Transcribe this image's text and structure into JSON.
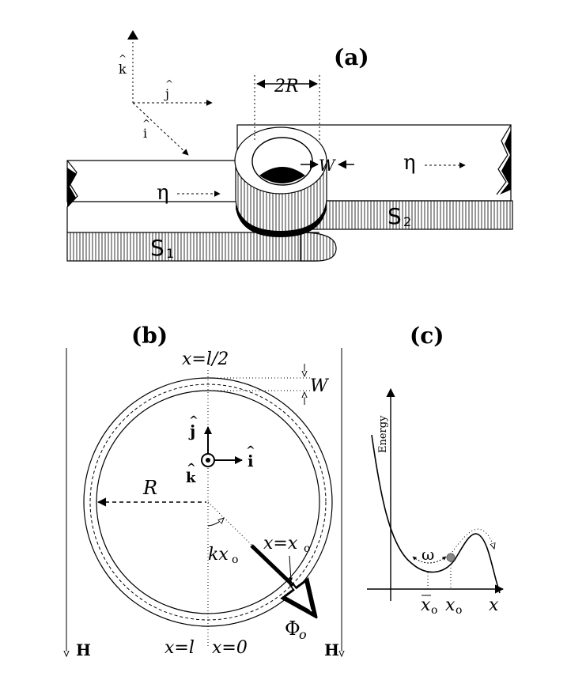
{
  "panel_a": {
    "label": "(a)",
    "dim_2R": "2R",
    "dim_W": "W",
    "eta_left": "η",
    "eta_right": "η",
    "strip_1": "S",
    "strip_1_sub": "1",
    "strip_2": "S",
    "strip_2_sub": "2",
    "axis_k": "k",
    "axis_j": "j",
    "axis_i": "i",
    "hat": "^"
  },
  "panel_b": {
    "label": "(b)",
    "top_pos": "x=l/2",
    "dim_W": "W",
    "vec_j": "j",
    "vec_i": "i",
    "vec_k": "k",
    "hat": "^",
    "radius": "R",
    "angle": "kx",
    "angle_sub": "o",
    "junction_pos": "x=x",
    "junction_sub": "o",
    "flux": "Φ",
    "flux_sub": "o",
    "bottom_left_pos": "x=l",
    "bottom_right_pos": "x=0",
    "field_left": "H",
    "field_right": "H"
  },
  "panel_c": {
    "label": "(c)",
    "ylabel": "Energy",
    "omega": "ω",
    "xbar": "x",
    "xbar_sub": "o",
    "x0": "x",
    "x0_sub": "o",
    "xaxis": "x"
  }
}
